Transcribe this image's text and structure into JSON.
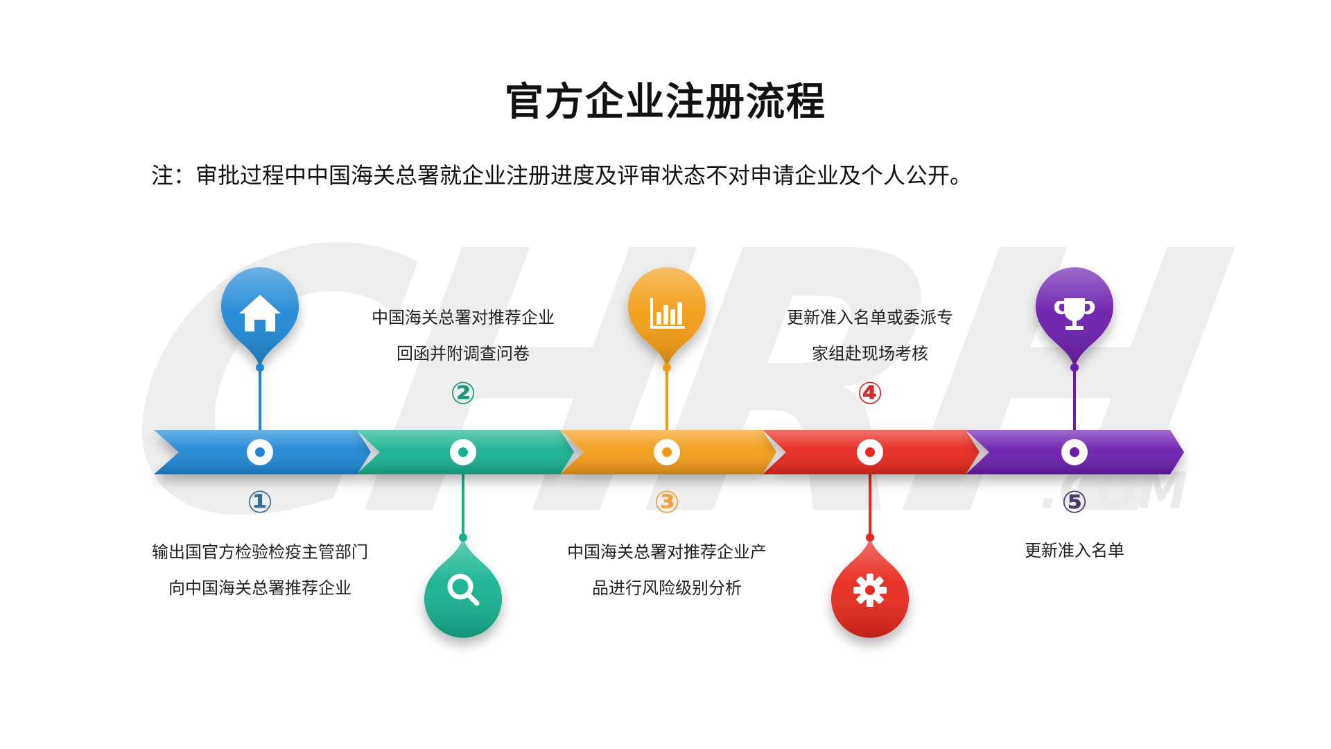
{
  "title": "官方企业注册流程",
  "note": "注：审批过程中中国海关总署就企业注册进度及评审状态不对申请企业及个人公开。",
  "watermark": {
    "text": "CHRH",
    "domain": ".COM"
  },
  "steps": [
    {
      "number": "①",
      "line1": "输出国官方检验检疫主管部门",
      "line2": "向中国海关总署推荐企业",
      "icon": "home-icon",
      "color": "#1e88d6",
      "marker": "top"
    },
    {
      "number": "②",
      "line1": "中国海关总署对推荐企业",
      "line2": "回函并附调查问卷",
      "icon": "search-icon",
      "color": "#14b28f",
      "marker": "bottom"
    },
    {
      "number": "③",
      "line1": "中国海关总署对推荐企业产",
      "line2": "品进行风险级别分析",
      "icon": "bar-chart-icon",
      "color": "#f39c12",
      "marker": "top"
    },
    {
      "number": "④",
      "line1": "更新准入名单或委派专",
      "line2": "家组赴现场考核",
      "icon": "gear-icon",
      "color": "#e8281c",
      "marker": "bottom"
    },
    {
      "number": "⑤",
      "line1": "更新准入名单",
      "line2": "",
      "icon": "trophy-icon",
      "color": "#6a1cae",
      "marker": "top"
    }
  ]
}
